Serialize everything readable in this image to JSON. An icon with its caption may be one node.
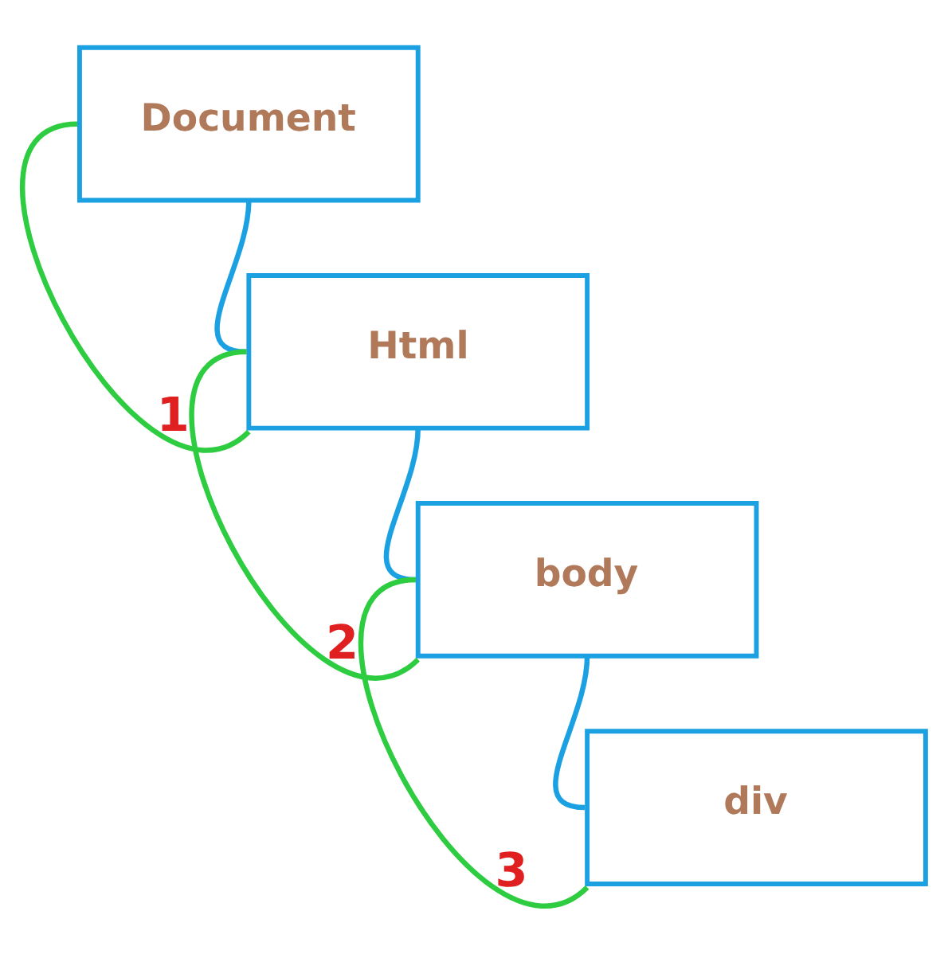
{
  "diagram": {
    "nodes": [
      {
        "text": [
          "Document"
        ]
      },
      {
        "text": [
          "Html"
        ]
      },
      {
        "text": [
          "body"
        ]
      },
      {
        "text": [
          "div"
        ]
      }
    ],
    "edges": [
      {
        "from": 0,
        "to": 1,
        "arrow": "none",
        "color": "#1ba1e2"
      },
      {
        "from": 1,
        "to": 2,
        "arrow": "none",
        "color": "#1ba1e2"
      },
      {
        "from": 2,
        "to": 3,
        "arrow": "none",
        "color": "#1ba1e2"
      },
      {
        "from": 0,
        "to": 1,
        "arrow": "none",
        "color": "#2ecc40",
        "label": "1"
      },
      {
        "from": 1,
        "to": 2,
        "arrow": "none",
        "color": "#2ecc40",
        "label": "2"
      },
      {
        "from": 2,
        "to": 3,
        "arrow": "none",
        "color": "#2ecc40",
        "label": "3"
      }
    ]
  }
}
